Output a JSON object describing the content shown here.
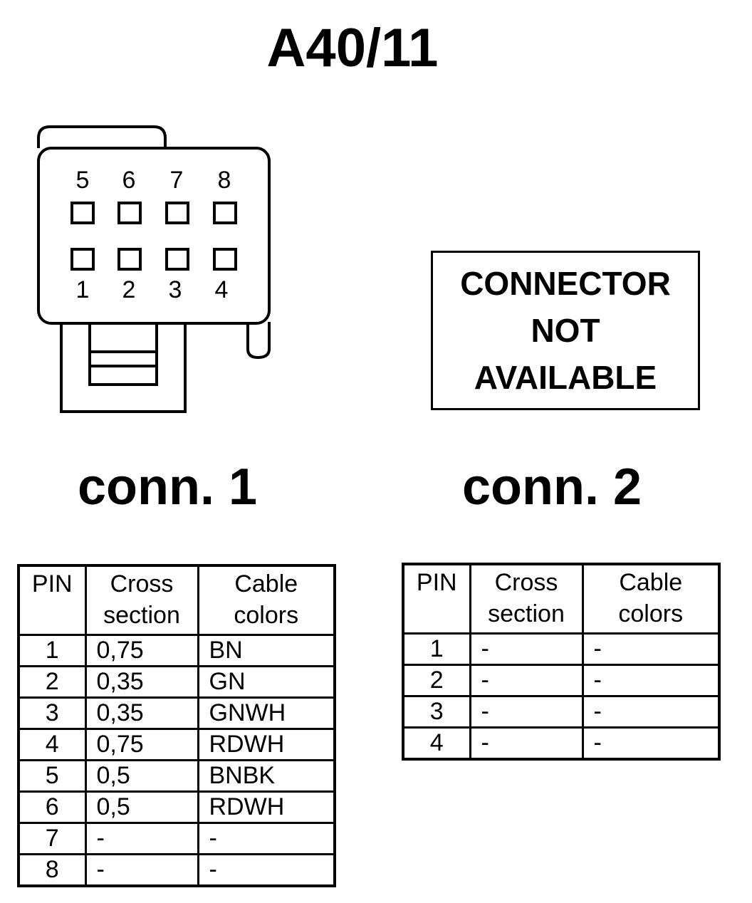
{
  "title": "A40/11",
  "connector_1": {
    "label": "conn. 1",
    "pin_numbers_top": [
      "5",
      "6",
      "7",
      "8"
    ],
    "pin_numbers_bottom": [
      "1",
      "2",
      "3",
      "4"
    ],
    "table": {
      "headers": [
        "PIN",
        "Cross section",
        "Cable colors"
      ],
      "rows": [
        [
          "1",
          "0,75",
          "BN"
        ],
        [
          "2",
          "0,35",
          "GN"
        ],
        [
          "3",
          "0,35",
          "GNWH"
        ],
        [
          "4",
          "0,75",
          "RDWH"
        ],
        [
          "5",
          "0,5",
          "BNBK"
        ],
        [
          "6",
          "0,5",
          "RDWH"
        ],
        [
          "7",
          "-",
          "-"
        ],
        [
          "8",
          "-",
          "-"
        ]
      ]
    }
  },
  "connector_2": {
    "label": "conn. 2",
    "not_available_lines": [
      "CONNECTOR",
      "NOT",
      "AVAILABLE"
    ],
    "table": {
      "headers": [
        "PIN",
        "Cross section",
        "Cable colors"
      ],
      "rows": [
        [
          "1",
          "-",
          "-"
        ],
        [
          "2",
          "-",
          "-"
        ],
        [
          "3",
          "-",
          "-"
        ],
        [
          "4",
          "-",
          "-"
        ]
      ]
    }
  }
}
